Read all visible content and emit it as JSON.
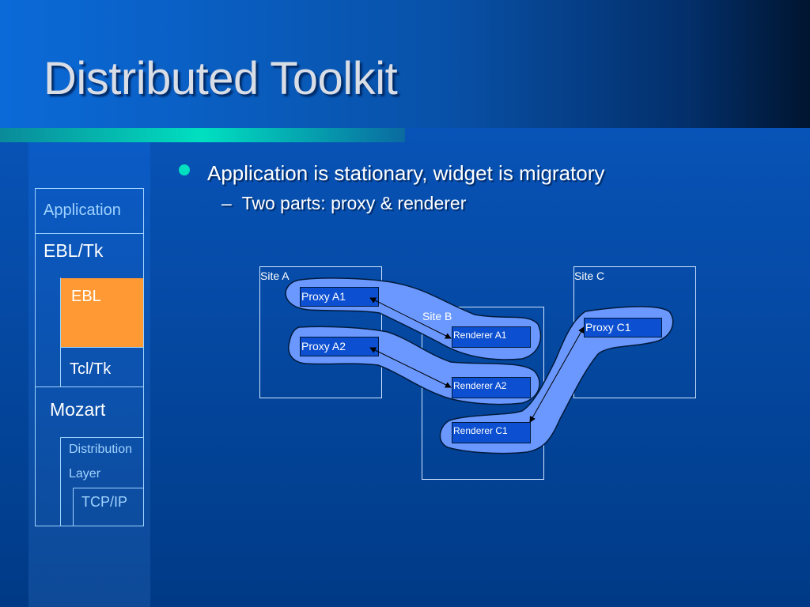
{
  "colors": {
    "background_top": "#0b66d4",
    "background_bottom": "#002a66",
    "accent_bar": "#00e0c0",
    "ebl_box": "#ff9933",
    "group_fill": "#6a98ff",
    "component_fill": "#0c4fd0"
  },
  "slide": {
    "title": "Distributed Toolkit",
    "bullets": [
      {
        "text": "Application is stationary, widget is migratory"
      }
    ],
    "sub_bullets": [
      {
        "dash": "–",
        "text": "Two parts: proxy & renderer"
      }
    ]
  },
  "stack": {
    "application": "Application",
    "ebl_tk": "EBL/Tk",
    "ebl": "EBL",
    "tcl_tk": "Tcl/Tk",
    "mozart": "Mozart",
    "distribution_line1": "Distribution",
    "distribution_line2": "Layer",
    "tcp_ip": "TCP/IP"
  },
  "diagram": {
    "site_a": "Site A",
    "site_b": "Site B",
    "site_c": "Site C",
    "proxy_a1": "Proxy A1",
    "proxy_a2": "Proxy A2",
    "proxy_c1": "Proxy C1",
    "renderer_a1": "Renderer A1",
    "renderer_a2": "Renderer A2",
    "renderer_c1": "Renderer C1"
  }
}
